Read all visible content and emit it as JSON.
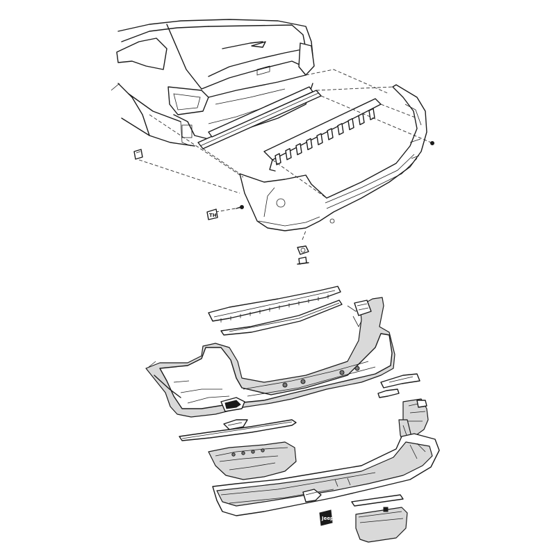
{
  "diagram": {
    "emblem_text": "Jeep",
    "upper_view_parts": [
      "liftgate",
      "tail-lamp-left",
      "tail-lamp-right",
      "reinforcement-beam",
      "energy-absorber",
      "rear-fascia",
      "clip",
      "push-pin",
      "screw",
      "nut"
    ],
    "exploded_view_parts": [
      "spoiler-top",
      "spoiler-lower-strip",
      "fascia-upper",
      "reflector-left",
      "reflector-right",
      "bezel-trim-left",
      "bezel-trim-right",
      "bracket-right",
      "side-trim-left",
      "side-trim-right",
      "fascia-lower",
      "step-pad",
      "tow-hook-cover",
      "emblem"
    ],
    "colors": {
      "line": "#1a1a1a",
      "fill_gray": "#d9d9d9",
      "fill_dark": "#7a7a7a",
      "background": "#ffffff"
    }
  }
}
